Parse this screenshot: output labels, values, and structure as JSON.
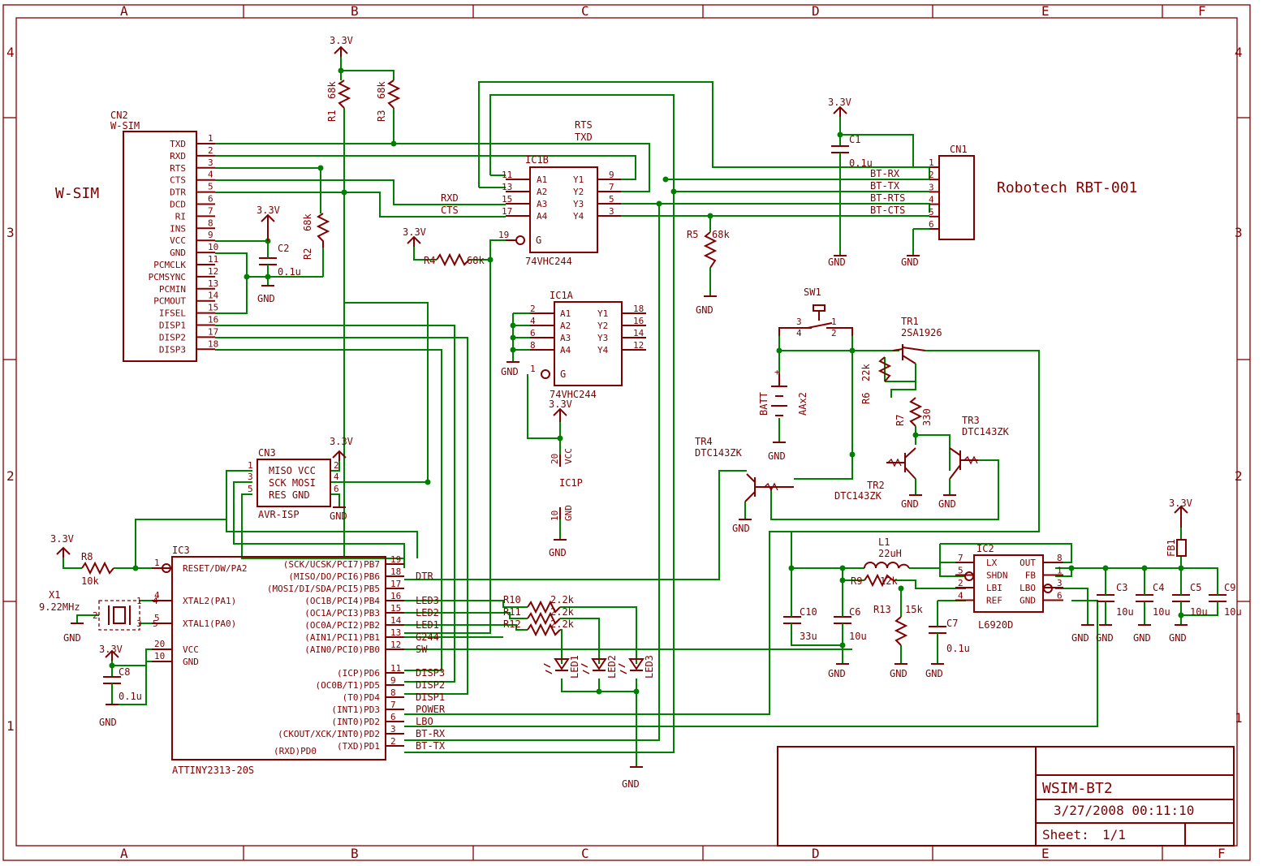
{
  "frame": {
    "cols": [
      "A",
      "B",
      "C",
      "D",
      "E",
      "F"
    ],
    "rows": [
      "4",
      "3",
      "2",
      "1"
    ]
  },
  "title_block": {
    "name": "WSIM-BT2",
    "date": "3/27/2008 00:11:10",
    "sheet_label": "Sheet:",
    "sheet_value": "1/1"
  },
  "labels": {
    "wsim_big": "W-SIM",
    "robotech": "Robotech RBT-001",
    "v33": "3.3V",
    "gnd": "GND"
  },
  "cn2": {
    "ref": "CN2",
    "value": "W-SIM",
    "pins": [
      {
        "num": "1",
        "name": "TXD"
      },
      {
        "num": "2",
        "name": "RXD"
      },
      {
        "num": "3",
        "name": "RTS"
      },
      {
        "num": "4",
        "name": "CTS"
      },
      {
        "num": "5",
        "name": "DTR"
      },
      {
        "num": "6",
        "name": "DCD"
      },
      {
        "num": "7",
        "name": "RI"
      },
      {
        "num": "8",
        "name": "INS"
      },
      {
        "num": "9",
        "name": "VCC"
      },
      {
        "num": "10",
        "name": "GND"
      },
      {
        "num": "11",
        "name": "PCMCLK"
      },
      {
        "num": "12",
        "name": "PCMSYNC"
      },
      {
        "num": "13",
        "name": "PCMIN"
      },
      {
        "num": "14",
        "name": "PCMOUT"
      },
      {
        "num": "15",
        "name": "IFSEL"
      },
      {
        "num": "16",
        "name": "DISP1"
      },
      {
        "num": "17",
        "name": "DISP2"
      },
      {
        "num": "18",
        "name": "DISP3"
      }
    ]
  },
  "cn1": {
    "ref": "CN1",
    "pins": [
      "1",
      "2",
      "3",
      "4",
      "5",
      "6"
    ],
    "nets": [
      "BT-RX",
      "BT-TX",
      "BT-RTS",
      "BT-CTS"
    ]
  },
  "cn3": {
    "ref": "CN3",
    "value": "AVR-ISP",
    "row1": "MISO VCC",
    "row2": "SCK MOSI",
    "row3": "RES  GND",
    "pins_left": [
      "1",
      "3",
      "5"
    ],
    "pins_right": [
      "2",
      "4",
      "6"
    ]
  },
  "ic1b": {
    "ref": "IC1B",
    "value": "74VHC244",
    "inputs": [
      {
        "num": "11",
        "name": "A1"
      },
      {
        "num": "13",
        "name": "A2"
      },
      {
        "num": "15",
        "name": "A3"
      },
      {
        "num": "17",
        "name": "A4"
      }
    ],
    "outputs": [
      {
        "num": "9",
        "name": "Y1"
      },
      {
        "num": "7",
        "name": "Y2"
      },
      {
        "num": "5",
        "name": "Y3"
      },
      {
        "num": "3",
        "name": "Y4"
      }
    ],
    "g_pin": "19",
    "g_name": "G"
  },
  "ic1a": {
    "ref": "IC1A",
    "value": "74VHC244",
    "inputs": [
      {
        "num": "2",
        "name": "A1"
      },
      {
        "num": "4",
        "name": "A2"
      },
      {
        "num": "6",
        "name": "A3"
      },
      {
        "num": "8",
        "name": "A4"
      }
    ],
    "outputs": [
      {
        "num": "18",
        "name": "Y1"
      },
      {
        "num": "16",
        "name": "Y2"
      },
      {
        "num": "14",
        "name": "Y3"
      },
      {
        "num": "12",
        "name": "Y4"
      }
    ],
    "g_pin": "1",
    "g_name": "G"
  },
  "ic1p": {
    "ref": "IC1P",
    "vcc_pin": "20",
    "vcc": "VCC",
    "gnd_pin": "10",
    "gnd": "GND"
  },
  "ic3": {
    "ref": "IC3",
    "value": "ATTINY2313-20S",
    "left_pins": [
      {
        "num": "1",
        "name": "RESET/DW/PA2"
      },
      {
        "num": "4",
        "name": "XTAL2(PA1)"
      },
      {
        "num": "5",
        "name": "XTAL1(PA0)"
      },
      {
        "num": "20",
        "name": "VCC"
      },
      {
        "num": "10",
        "name": "GND"
      }
    ],
    "right_pins": [
      {
        "num": "19",
        "name": "(SCK/UCSK/PCI7)PB7",
        "net": ""
      },
      {
        "num": "18",
        "name": "(MISO/DO/PCI6)PB6",
        "net": "DTR"
      },
      {
        "num": "17",
        "name": "(MOSI/DI/SDA/PCI5)PB5",
        "net": ""
      },
      {
        "num": "16",
        "name": "(OC1B/PCI4)PB4",
        "net": "LED3"
      },
      {
        "num": "15",
        "name": "(OC1A/PCI3)PB3",
        "net": "LED2"
      },
      {
        "num": "14",
        "name": "(OC0A/PCI2)PB2",
        "net": "LED1"
      },
      {
        "num": "13",
        "name": "(AIN1/PCI1)PB1",
        "net": "G244"
      },
      {
        "num": "12",
        "name": "(AIN0/PCI0)PB0",
        "net": "SW"
      },
      {
        "num": "11",
        "name": "(ICP)PD6",
        "net": "DISP3"
      },
      {
        "num": "9",
        "name": "(OC0B/T1)PD5",
        "net": "DISP2"
      },
      {
        "num": "8",
        "name": "(T0)PD4",
        "net": "DISP1"
      },
      {
        "num": "7",
        "name": "(INT1)PD3",
        "net": "POWER"
      },
      {
        "num": "6",
        "name": "(INT0)PD2",
        "net": "LBO"
      },
      {
        "num": "3",
        "name": "(CKOUT/XCK/INT0)PD2",
        "net": "BT-RX"
      },
      {
        "num": "2",
        "name": "(TXD)PD1",
        "net": "BT-TX"
      }
    ],
    "extra_rxd": "(RXD)PD0"
  },
  "ic2": {
    "ref": "IC2",
    "value": "L6920D",
    "left_pins": [
      {
        "num": "7",
        "name": "LX"
      },
      {
        "num": "5",
        "name": "SHDN"
      },
      {
        "num": "2",
        "name": "LBI"
      },
      {
        "num": "4",
        "name": "REF"
      }
    ],
    "right_pins": [
      {
        "num": "8",
        "name": "OUT"
      },
      {
        "num": "1",
        "name": "FB"
      },
      {
        "num": "3",
        "name": "LBO"
      },
      {
        "num": "6",
        "name": "GND"
      }
    ]
  },
  "parts": {
    "R1": {
      "ref": "R1",
      "value": "68k"
    },
    "R2": {
      "ref": "R2",
      "value": "68k"
    },
    "R3": {
      "ref": "R3",
      "value": "68k"
    },
    "R4": {
      "ref": "R4",
      "value": "68k"
    },
    "R5": {
      "ref": "R5",
      "value": "68k"
    },
    "R6": {
      "ref": "R6",
      "value": "22k"
    },
    "R7": {
      "ref": "R7",
      "value": "330"
    },
    "R8": {
      "ref": "R8",
      "value": "10k"
    },
    "R9": {
      "ref": "R9",
      "value": "12k"
    },
    "R10": {
      "ref": "R10",
      "value": "2.2k"
    },
    "R11": {
      "ref": "R11",
      "value": "2.2k"
    },
    "R12": {
      "ref": "R12",
      "value": "2.2k"
    },
    "R13": {
      "ref": "R13",
      "value": "15k"
    },
    "C1": {
      "ref": "C1",
      "value": "0.1u"
    },
    "C2": {
      "ref": "C2",
      "value": "0.1u"
    },
    "C3": {
      "ref": "C3",
      "value": "10u"
    },
    "C4": {
      "ref": "C4",
      "value": "10u"
    },
    "C5": {
      "ref": "C5",
      "value": "10u"
    },
    "C6": {
      "ref": "C6",
      "value": "10u"
    },
    "C7": {
      "ref": "C7",
      "value": "0.1u"
    },
    "C8": {
      "ref": "C8",
      "value": "0.1u"
    },
    "C9": {
      "ref": "C9",
      "value": "10u"
    },
    "C10": {
      "ref": "C10",
      "value": "33u"
    },
    "L1": {
      "ref": "L1",
      "value": "22uH"
    },
    "X1": {
      "ref": "X1",
      "value": "9.22MHz"
    },
    "FB1": {
      "ref": "FB1"
    },
    "SW1": {
      "ref": "SW1"
    },
    "BATT": {
      "ref": "BATT",
      "value": "AAx2"
    },
    "TR1": {
      "ref": "TR1",
      "value": "2SA1926"
    },
    "TR2": {
      "ref": "TR2",
      "value": "DTC143ZK"
    },
    "TR3": {
      "ref": "TR3",
      "value": "DTC143ZK"
    },
    "TR4": {
      "ref": "TR4",
      "value": "DTC143ZK"
    },
    "LED1": {
      "ref": "LED1"
    },
    "LED2": {
      "ref": "LED2"
    },
    "LED3": {
      "ref": "LED3"
    }
  },
  "nets": {
    "rts": "RTS",
    "txd": "TXD",
    "rxd": "RXD",
    "cts": "CTS"
  }
}
